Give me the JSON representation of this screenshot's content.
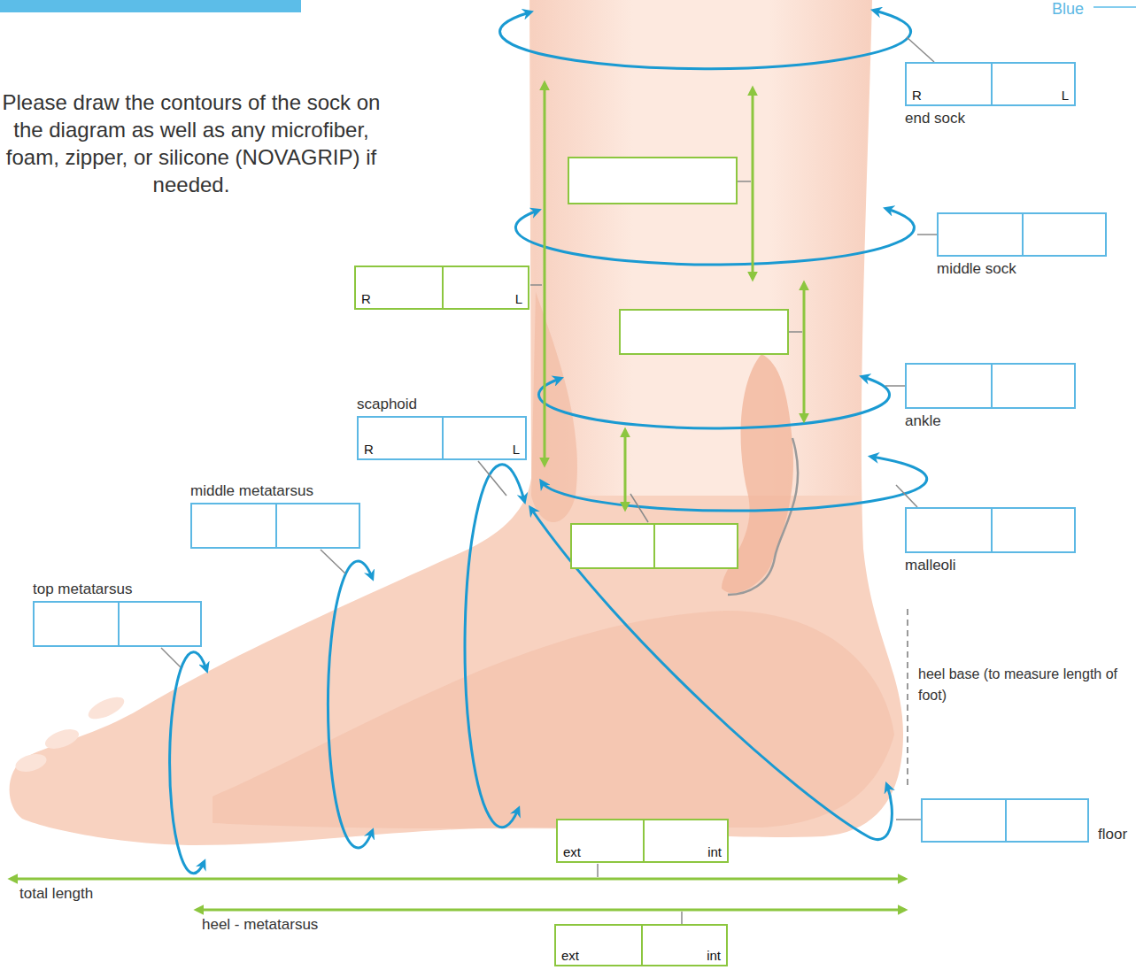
{
  "diagram": {
    "nodes": [
      {
        "text": [
          "R",
          "L",
          "end sock"
        ]
      },
      {
        "text": [
          "middle sock"
        ]
      },
      {
        "text": [
          "R",
          "L"
        ]
      },
      {
        "text": [
          "ankle"
        ]
      },
      {
        "text": [
          "scaphoid",
          "R",
          "L"
        ]
      },
      {
        "text": [
          "middle metatarsus"
        ]
      },
      {
        "text": [
          "malleoli"
        ]
      },
      {
        "text": [
          "top metatarsus"
        ]
      },
      {
        "text": [
          "floor"
        ]
      },
      {
        "text": [
          "ext",
          "int"
        ]
      },
      {
        "text": [
          "ext",
          "int"
        ]
      }
    ],
    "labels": [
      "Blue",
      "Please draw the contours of the sock on the diagram as well as any microfiber, foam, zipper, or silicone (NOVAGRIP) if needed.",
      "heel base (to measure length of foot)",
      "total length",
      "heel - metatarsus"
    ]
  }
}
